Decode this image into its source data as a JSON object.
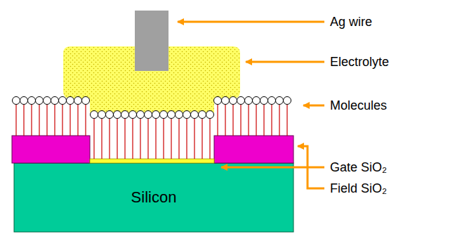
{
  "diagram": {
    "nodes": [
      {
        "text": [
          "Silicon"
        ]
      }
    ],
    "labels": [
      "Ag wire",
      "Electrolyte",
      "Molecules",
      "Gate SiO₂",
      "Field SiO₂"
    ]
  }
}
